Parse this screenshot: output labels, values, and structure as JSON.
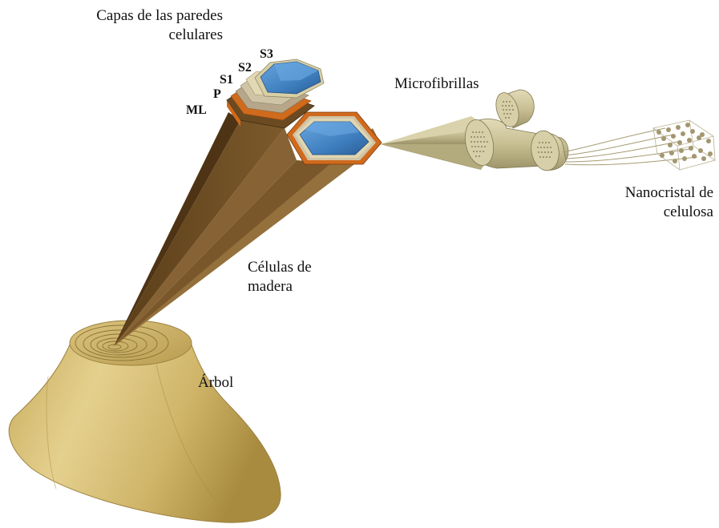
{
  "labels": {
    "cell_wall_layers_line1": "Capas de las paredes",
    "cell_wall_layers_line2": "celulares",
    "microfibrils": "Microfibrillas",
    "nanocrystal_line1": "Nanocristal de",
    "nanocrystal_line2": "celulosa",
    "wood_cells_line1": "Células de",
    "wood_cells_line2": "madera",
    "tree": "Árbol"
  },
  "layers": {
    "s3": "S3",
    "s2": "S2",
    "s1": "S1",
    "p": "P",
    "ml": "ML"
  },
  "colors": {
    "wood_light": "#d8c17a",
    "wood_mid": "#b89a4e",
    "cell_brown_dark": "#4e3414",
    "cell_brown": "#6b4a22",
    "cell_brown_light": "#8a6535",
    "lumen_blue": "#3f7fc0",
    "lumen_blue_dark": "#2b5e96",
    "middle_lamella_orange": "#d06a1c",
    "fibril_beige": "#d3cba2",
    "fibril_shadow": "#a69d72"
  }
}
